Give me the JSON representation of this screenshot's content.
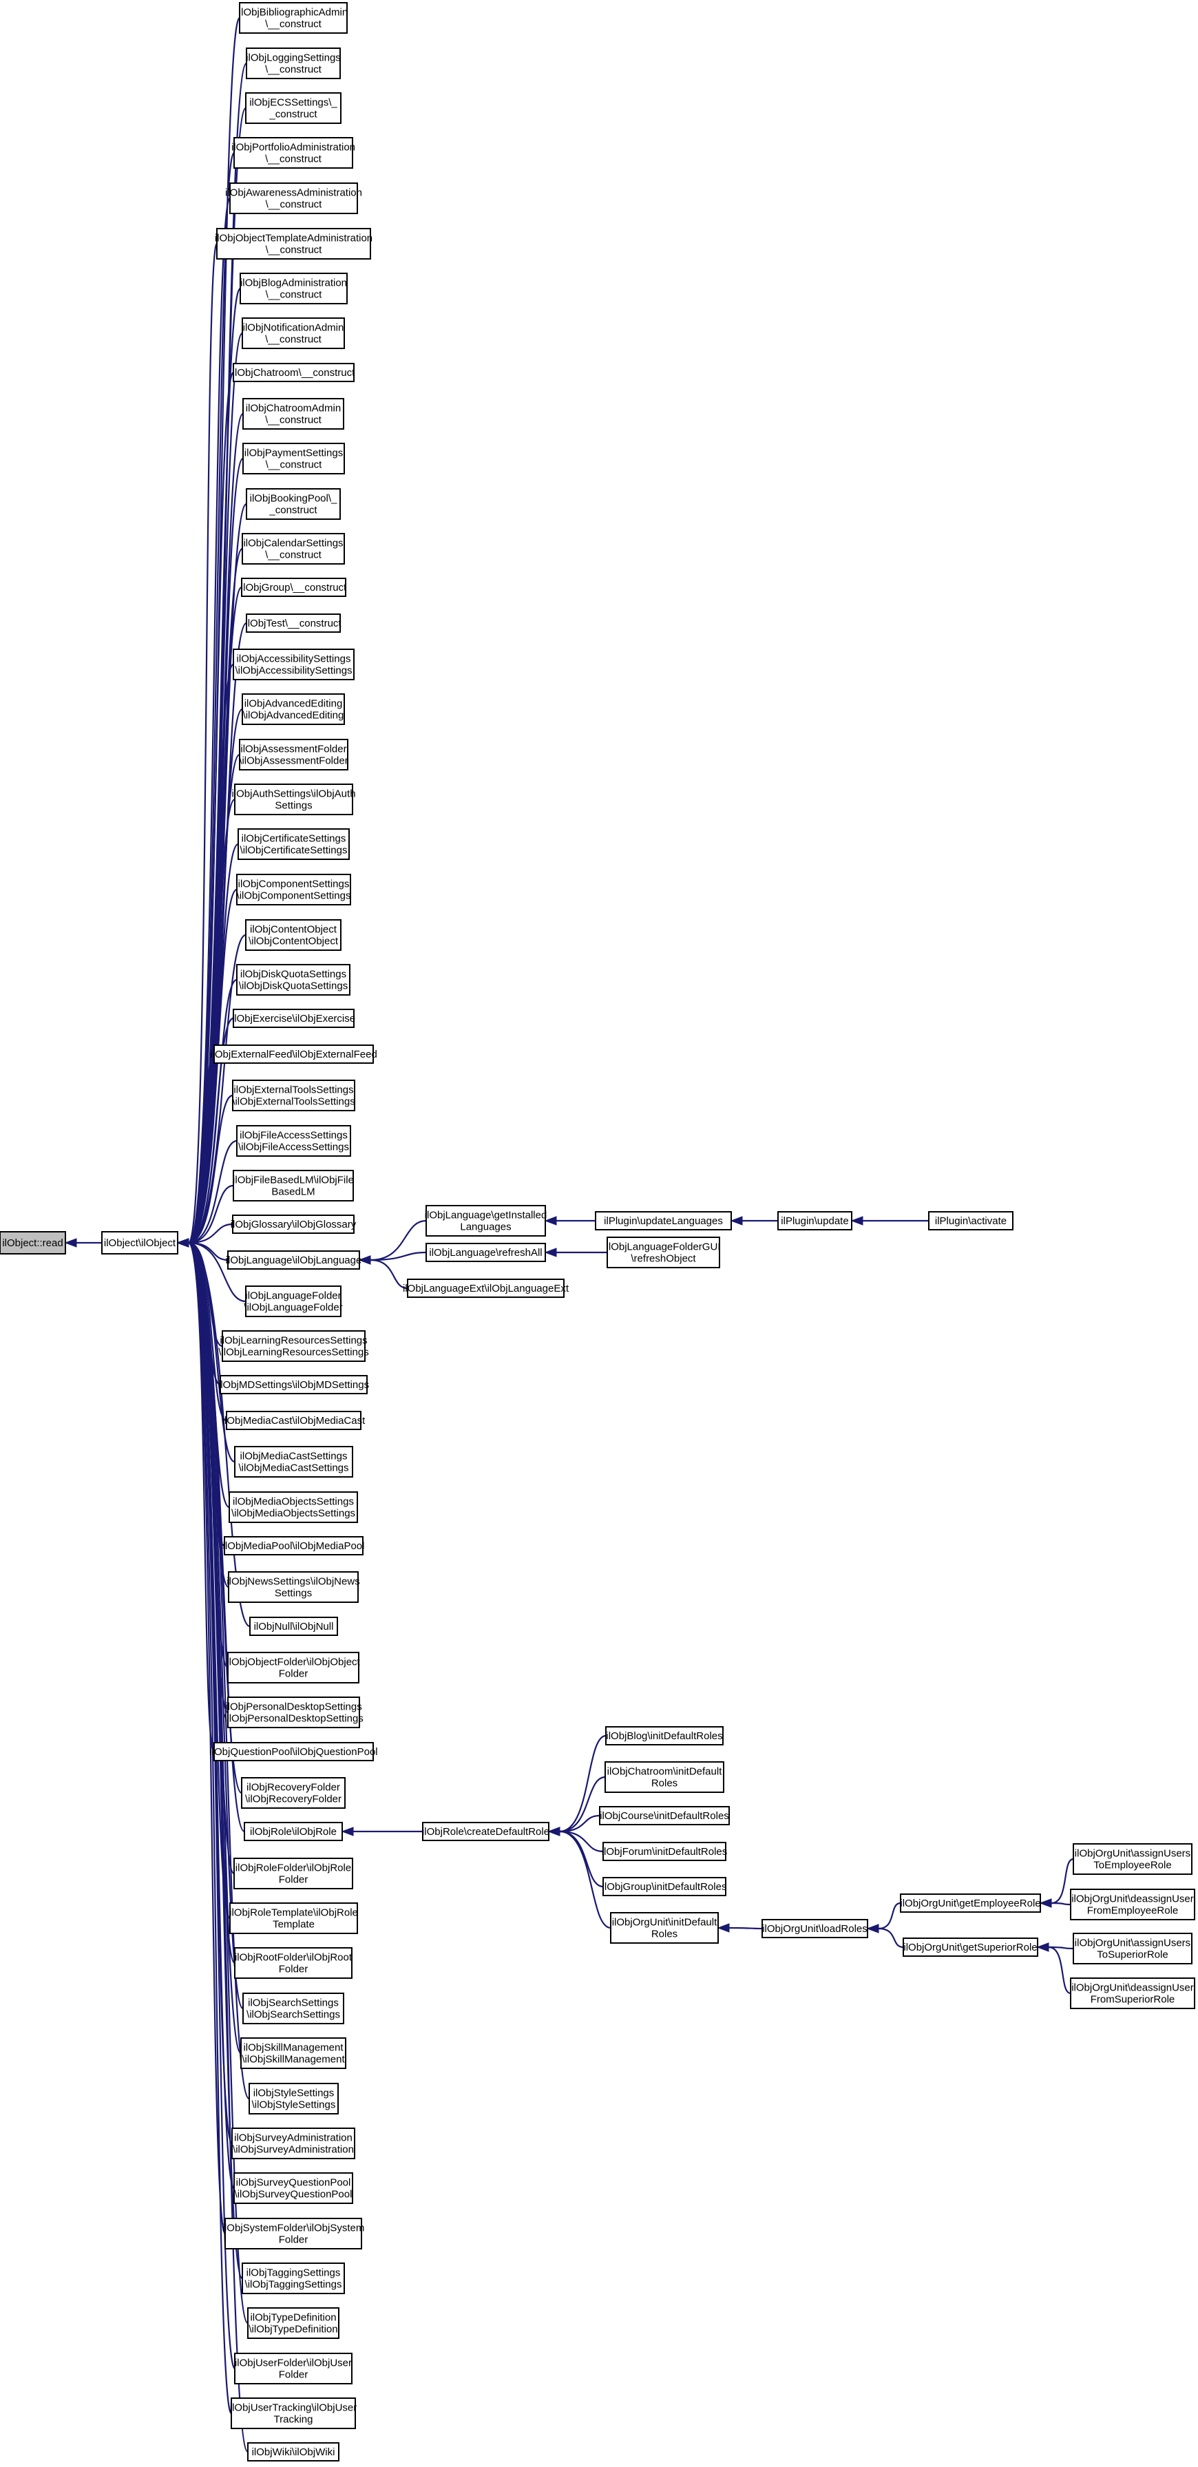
{
  "nodes": [
    {
      "id": "read",
      "lines": [
        "ilObject::read"
      ],
      "root": true
    },
    {
      "id": "ilobject",
      "lines": [
        "ilObject\\ilObject"
      ]
    },
    {
      "id": "c1",
      "lines": [
        "ilObjBibliographicAdmin",
        "\\__construct"
      ]
    },
    {
      "id": "c2",
      "lines": [
        "ilObjLoggingSettings",
        "\\__construct"
      ]
    },
    {
      "id": "c3",
      "lines": [
        "ilObjECSSettings\\_",
        "_construct"
      ]
    },
    {
      "id": "c4",
      "lines": [
        "ilObjPortfolioAdministration",
        "\\__construct"
      ]
    },
    {
      "id": "c5",
      "lines": [
        "ilObjAwarenessAdministration",
        "\\__construct"
      ]
    },
    {
      "id": "c6",
      "lines": [
        "ilObjObjectTemplateAdministration",
        "\\__construct"
      ]
    },
    {
      "id": "c7",
      "lines": [
        "ilObjBlogAdministration",
        "\\__construct"
      ]
    },
    {
      "id": "c8",
      "lines": [
        "ilObjNotificationAdmin",
        "\\__construct"
      ]
    },
    {
      "id": "c9",
      "lines": [
        "ilObjChatroom\\__construct"
      ]
    },
    {
      "id": "c10",
      "lines": [
        "ilObjChatroomAdmin",
        "\\__construct"
      ]
    },
    {
      "id": "c11",
      "lines": [
        "ilObjPaymentSettings",
        "\\__construct"
      ]
    },
    {
      "id": "c12",
      "lines": [
        "ilObjBookingPool\\_",
        "_construct"
      ]
    },
    {
      "id": "c13",
      "lines": [
        "ilObjCalendarSettings",
        "\\__construct"
      ]
    },
    {
      "id": "c14",
      "lines": [
        "ilObjGroup\\__construct"
      ]
    },
    {
      "id": "c15",
      "lines": [
        "ilObjTest\\__construct"
      ]
    },
    {
      "id": "c16",
      "lines": [
        "ilObjAccessibilitySettings",
        "\\ilObjAccessibilitySettings"
      ]
    },
    {
      "id": "c17",
      "lines": [
        "ilObjAdvancedEditing",
        "\\ilObjAdvancedEditing"
      ]
    },
    {
      "id": "c18",
      "lines": [
        "ilObjAssessmentFolder",
        "\\ilObjAssessmentFolder"
      ]
    },
    {
      "id": "c19",
      "lines": [
        "ilObjAuthSettings\\ilObjAuth",
        "Settings"
      ]
    },
    {
      "id": "c20",
      "lines": [
        "ilObjCertificateSettings",
        "\\ilObjCertificateSettings"
      ]
    },
    {
      "id": "c21",
      "lines": [
        "ilObjComponentSettings",
        "\\ilObjComponentSettings"
      ]
    },
    {
      "id": "c22",
      "lines": [
        "ilObjContentObject",
        "\\ilObjContentObject"
      ]
    },
    {
      "id": "c23",
      "lines": [
        "ilObjDiskQuotaSettings",
        "\\ilObjDiskQuotaSettings"
      ]
    },
    {
      "id": "c24",
      "lines": [
        "ilObjExercise\\ilObjExercise"
      ]
    },
    {
      "id": "c25",
      "lines": [
        "ilObjExternalFeed\\ilObjExternalFeed"
      ]
    },
    {
      "id": "c26",
      "lines": [
        "ilObjExternalToolsSettings",
        "\\ilObjExternalToolsSettings"
      ]
    },
    {
      "id": "c27",
      "lines": [
        "ilObjFileAccessSettings",
        "\\ilObjFileAccessSettings"
      ]
    },
    {
      "id": "c28",
      "lines": [
        "ilObjFileBasedLM\\ilObjFile",
        "BasedLM"
      ]
    },
    {
      "id": "c29",
      "lines": [
        "ilObjGlossary\\ilObjGlossary"
      ]
    },
    {
      "id": "c30",
      "lines": [
        "ilObjLanguage\\ilObjLanguage"
      ]
    },
    {
      "id": "c31",
      "lines": [
        "ilObjLanguageFolder",
        "\\ilObjLanguageFolder"
      ]
    },
    {
      "id": "c32",
      "lines": [
        "ilObjLearningResourcesSettings",
        "\\ilObjLearningResourcesSettings"
      ]
    },
    {
      "id": "c33",
      "lines": [
        "ilObjMDSettings\\ilObjMDSettings"
      ]
    },
    {
      "id": "c34",
      "lines": [
        "ilObjMediaCast\\ilObjMediaCast"
      ]
    },
    {
      "id": "c35",
      "lines": [
        "ilObjMediaCastSettings",
        "\\ilObjMediaCastSettings"
      ]
    },
    {
      "id": "c36",
      "lines": [
        "ilObjMediaObjectsSettings",
        "\\ilObjMediaObjectsSettings"
      ]
    },
    {
      "id": "c37",
      "lines": [
        "ilObjMediaPool\\ilObjMediaPool"
      ]
    },
    {
      "id": "c38",
      "lines": [
        "ilObjNewsSettings\\ilObjNews",
        "Settings"
      ]
    },
    {
      "id": "c39",
      "lines": [
        "ilObjNull\\ilObjNull"
      ]
    },
    {
      "id": "c40",
      "lines": [
        "ilObjObjectFolder\\ilObjObject",
        "Folder"
      ]
    },
    {
      "id": "c41",
      "lines": [
        "ilObjPersonalDesktopSettings",
        "\\ilObjPersonalDesktopSettings"
      ]
    },
    {
      "id": "c42",
      "lines": [
        "ilObjQuestionPool\\ilObjQuestionPool"
      ]
    },
    {
      "id": "c43",
      "lines": [
        "ilObjRecoveryFolder",
        "\\ilObjRecoveryFolder"
      ]
    },
    {
      "id": "c44",
      "lines": [
        "ilObjRole\\ilObjRole"
      ]
    },
    {
      "id": "c45",
      "lines": [
        "ilObjRoleFolder\\ilObjRole",
        "Folder"
      ]
    },
    {
      "id": "c46",
      "lines": [
        "ilObjRoleTemplate\\ilObjRole",
        "Template"
      ]
    },
    {
      "id": "c47",
      "lines": [
        "ilObjRootFolder\\ilObjRoot",
        "Folder"
      ]
    },
    {
      "id": "c48",
      "lines": [
        "ilObjSearchSettings",
        "\\ilObjSearchSettings"
      ]
    },
    {
      "id": "c49",
      "lines": [
        "ilObjSkillManagement",
        "\\ilObjSkillManagement"
      ]
    },
    {
      "id": "c50",
      "lines": [
        "ilObjStyleSettings",
        "\\ilObjStyleSettings"
      ]
    },
    {
      "id": "c51",
      "lines": [
        "ilObjSurveyAdministration",
        "\\ilObjSurveyAdministration"
      ]
    },
    {
      "id": "c52",
      "lines": [
        "ilObjSurveyQuestionPool",
        "\\ilObjSurveyQuestionPool"
      ]
    },
    {
      "id": "c53",
      "lines": [
        "ilObjSystemFolder\\ilObjSystem",
        "Folder"
      ]
    },
    {
      "id": "c54",
      "lines": [
        "ilObjTaggingSettings",
        "\\ilObjTaggingSettings"
      ]
    },
    {
      "id": "c55",
      "lines": [
        "ilObjTypeDefinition",
        "\\ilObjTypeDefinition"
      ]
    },
    {
      "id": "c56",
      "lines": [
        "ilObjUserFolder\\ilObjUser",
        "Folder"
      ]
    },
    {
      "id": "c57",
      "lines": [
        "ilObjUserTracking\\ilObjUser",
        "Tracking"
      ]
    },
    {
      "id": "c58",
      "lines": [
        "ilObjWiki\\ilObjWiki"
      ]
    },
    {
      "id": "lang_get",
      "lines": [
        "ilObjLanguage\\getInstalled",
        "Languages"
      ]
    },
    {
      "id": "lang_refresh",
      "lines": [
        "ilObjLanguage\\refreshAll"
      ]
    },
    {
      "id": "lang_ext",
      "lines": [
        "ilObjLanguageExt\\ilObjLanguageExt"
      ]
    },
    {
      "id": "plug_updlang",
      "lines": [
        "ilPlugin\\updateLanguages"
      ]
    },
    {
      "id": "plug_update",
      "lines": [
        "ilPlugin\\update"
      ]
    },
    {
      "id": "plug_activate",
      "lines": [
        "ilPlugin\\activate"
      ]
    },
    {
      "id": "langfolder_gui",
      "lines": [
        "ilObjLanguageFolderGUI",
        "\\refreshObject"
      ]
    },
    {
      "id": "role_cdr",
      "lines": [
        "ilObjRole\\createDefaultRole"
      ]
    },
    {
      "id": "blog_idr",
      "lines": [
        "ilObjBlog\\initDefaultRoles"
      ]
    },
    {
      "id": "chat_idr",
      "lines": [
        "ilObjChatroom\\initDefault",
        "Roles"
      ]
    },
    {
      "id": "course_idr",
      "lines": [
        "ilObjCourse\\initDefaultRoles"
      ]
    },
    {
      "id": "forum_idr",
      "lines": [
        "ilObjForum\\initDefaultRoles"
      ]
    },
    {
      "id": "group_idr",
      "lines": [
        "ilObjGroup\\initDefaultRoles"
      ]
    },
    {
      "id": "orgu_idr",
      "lines": [
        "ilObjOrgUnit\\initDefault",
        "Roles"
      ]
    },
    {
      "id": "orgu_load",
      "lines": [
        "ilObjOrgUnit\\loadRoles"
      ]
    },
    {
      "id": "orgu_getemp",
      "lines": [
        "ilObjOrgUnit\\getEmployeeRole"
      ]
    },
    {
      "id": "orgu_getsup",
      "lines": [
        "ilObjOrgUnit\\getSuperiorRole"
      ]
    },
    {
      "id": "orgu_ass_emp",
      "lines": [
        "ilObjOrgUnit\\assignUsers",
        "ToEmployeeRole"
      ]
    },
    {
      "id": "orgu_deass_emp",
      "lines": [
        "ilObjOrgUnit\\deassignUser",
        "FromEmployeeRole"
      ]
    },
    {
      "id": "orgu_ass_sup",
      "lines": [
        "ilObjOrgUnit\\assignUsers",
        "ToSuperiorRole"
      ]
    },
    {
      "id": "orgu_deass_sup",
      "lines": [
        "ilObjOrgUnit\\deassignUser",
        "FromSuperiorRole"
      ]
    }
  ],
  "edges": [
    {
      "from": "ilobject",
      "to": "read"
    },
    {
      "from": "c1",
      "to": "ilobject"
    },
    {
      "from": "c2",
      "to": "ilobject"
    },
    {
      "from": "c3",
      "to": "ilobject"
    },
    {
      "from": "c4",
      "to": "ilobject"
    },
    {
      "from": "c5",
      "to": "ilobject"
    },
    {
      "from": "c6",
      "to": "ilobject"
    },
    {
      "from": "c7",
      "to": "ilobject"
    },
    {
      "from": "c8",
      "to": "ilobject"
    },
    {
      "from": "c9",
      "to": "ilobject"
    },
    {
      "from": "c10",
      "to": "ilobject"
    },
    {
      "from": "c11",
      "to": "ilobject"
    },
    {
      "from": "c12",
      "to": "ilobject"
    },
    {
      "from": "c13",
      "to": "ilobject"
    },
    {
      "from": "c14",
      "to": "ilobject"
    },
    {
      "from": "c15",
      "to": "ilobject"
    },
    {
      "from": "c16",
      "to": "ilobject"
    },
    {
      "from": "c17",
      "to": "ilobject"
    },
    {
      "from": "c18",
      "to": "ilobject"
    },
    {
      "from": "c19",
      "to": "ilobject"
    },
    {
      "from": "c20",
      "to": "ilobject"
    },
    {
      "from": "c21",
      "to": "ilobject"
    },
    {
      "from": "c22",
      "to": "ilobject"
    },
    {
      "from": "c23",
      "to": "ilobject"
    },
    {
      "from": "c24",
      "to": "ilobject"
    },
    {
      "from": "c25",
      "to": "ilobject"
    },
    {
      "from": "c26",
      "to": "ilobject"
    },
    {
      "from": "c27",
      "to": "ilobject"
    },
    {
      "from": "c28",
      "to": "ilobject"
    },
    {
      "from": "c29",
      "to": "ilobject"
    },
    {
      "from": "c30",
      "to": "ilobject"
    },
    {
      "from": "c31",
      "to": "ilobject"
    },
    {
      "from": "c32",
      "to": "ilobject"
    },
    {
      "from": "c33",
      "to": "ilobject"
    },
    {
      "from": "c34",
      "to": "ilobject"
    },
    {
      "from": "c35",
      "to": "ilobject"
    },
    {
      "from": "c36",
      "to": "ilobject"
    },
    {
      "from": "c37",
      "to": "ilobject"
    },
    {
      "from": "c38",
      "to": "ilobject"
    },
    {
      "from": "c39",
      "to": "ilobject"
    },
    {
      "from": "c40",
      "to": "ilobject"
    },
    {
      "from": "c41",
      "to": "ilobject"
    },
    {
      "from": "c42",
      "to": "ilobject"
    },
    {
      "from": "c43",
      "to": "ilobject"
    },
    {
      "from": "c44",
      "to": "ilobject"
    },
    {
      "from": "c45",
      "to": "ilobject"
    },
    {
      "from": "c46",
      "to": "ilobject"
    },
    {
      "from": "c47",
      "to": "ilobject"
    },
    {
      "from": "c48",
      "to": "ilobject"
    },
    {
      "from": "c49",
      "to": "ilobject"
    },
    {
      "from": "c50",
      "to": "ilobject"
    },
    {
      "from": "c51",
      "to": "ilobject"
    },
    {
      "from": "c52",
      "to": "ilobject"
    },
    {
      "from": "c53",
      "to": "ilobject"
    },
    {
      "from": "c54",
      "to": "ilobject"
    },
    {
      "from": "c55",
      "to": "ilobject"
    },
    {
      "from": "c56",
      "to": "ilobject"
    },
    {
      "from": "c57",
      "to": "ilobject"
    },
    {
      "from": "c58",
      "to": "ilobject"
    },
    {
      "from": "lang_get",
      "to": "c30"
    },
    {
      "from": "lang_refresh",
      "to": "c30"
    },
    {
      "from": "lang_ext",
      "to": "c30"
    },
    {
      "from": "plug_updlang",
      "to": "lang_get"
    },
    {
      "from": "plug_update",
      "to": "plug_updlang"
    },
    {
      "from": "plug_activate",
      "to": "plug_update"
    },
    {
      "from": "langfolder_gui",
      "to": "lang_refresh"
    },
    {
      "from": "role_cdr",
      "to": "c44"
    },
    {
      "from": "blog_idr",
      "to": "role_cdr"
    },
    {
      "from": "chat_idr",
      "to": "role_cdr"
    },
    {
      "from": "course_idr",
      "to": "role_cdr"
    },
    {
      "from": "forum_idr",
      "to": "role_cdr"
    },
    {
      "from": "group_idr",
      "to": "role_cdr"
    },
    {
      "from": "orgu_idr",
      "to": "role_cdr"
    },
    {
      "from": "orgu_load",
      "to": "orgu_idr"
    },
    {
      "from": "orgu_getemp",
      "to": "orgu_load"
    },
    {
      "from": "orgu_getsup",
      "to": "orgu_load"
    },
    {
      "from": "orgu_ass_emp",
      "to": "orgu_getemp"
    },
    {
      "from": "orgu_deass_emp",
      "to": "orgu_getemp"
    },
    {
      "from": "orgu_ass_sup",
      "to": "orgu_getsup"
    },
    {
      "from": "orgu_deass_sup",
      "to": "orgu_getsup"
    }
  ],
  "colors": {
    "edge": "#191970",
    "node_border": "#000000",
    "root_fill": "#bfbfbf",
    "node_fill": "#ffffff"
  }
}
